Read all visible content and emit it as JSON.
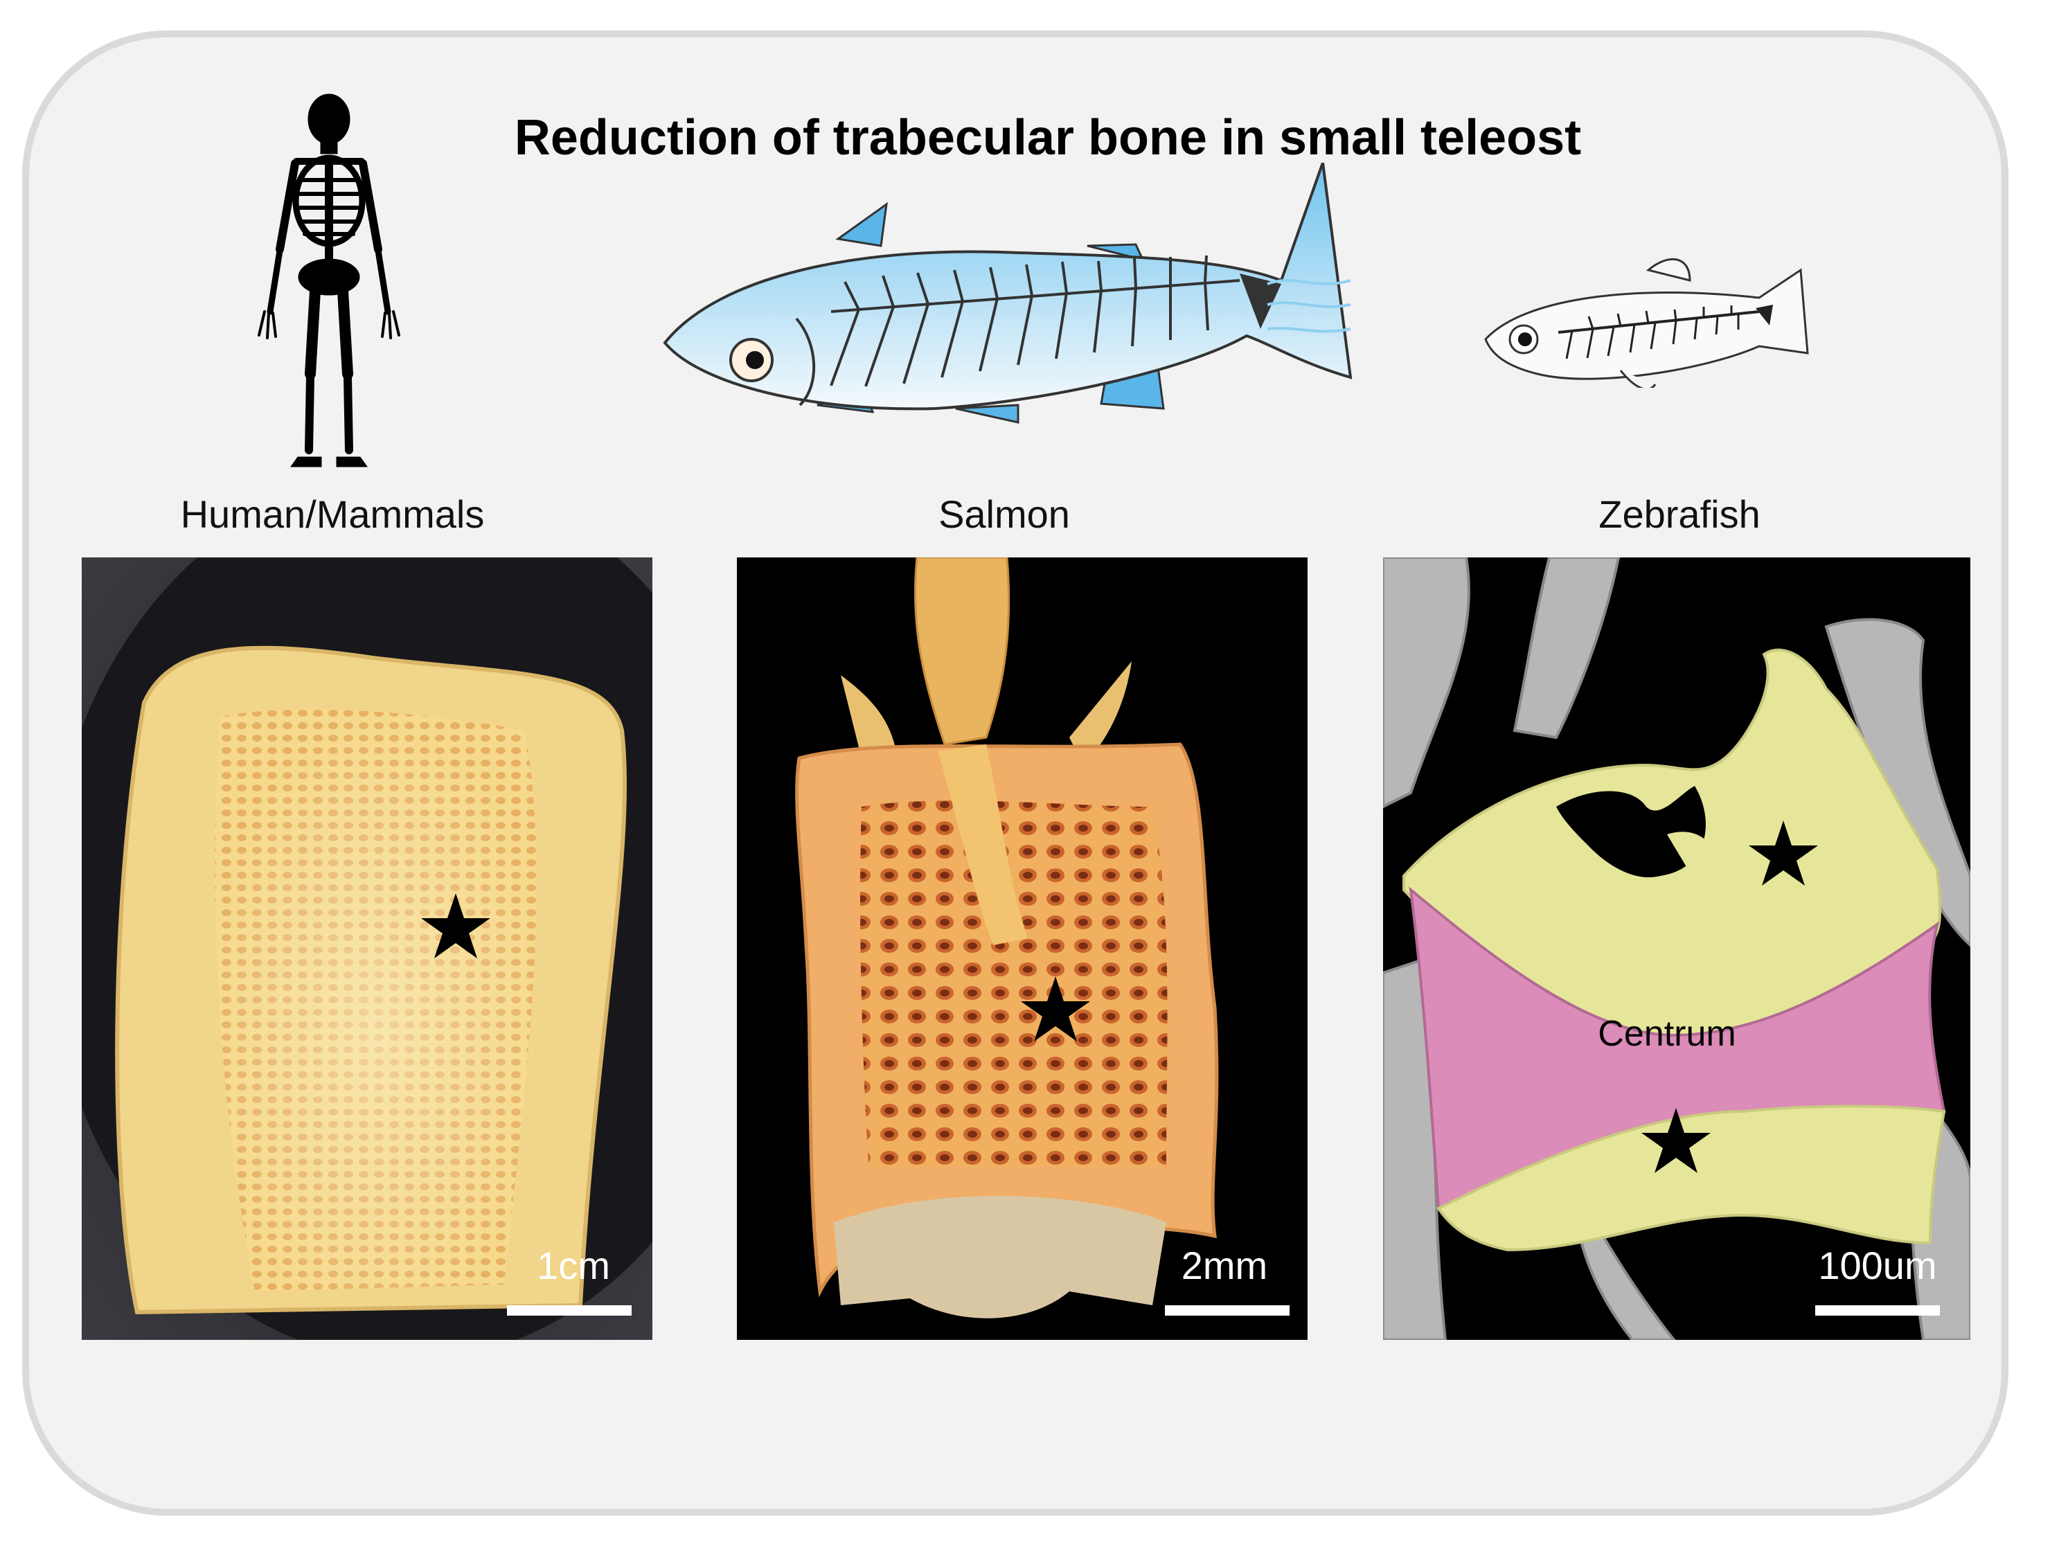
{
  "title": "Reduction of trabecular bone in small teleost",
  "panels": [
    {
      "label": "Human/Mammals",
      "scale_label": "1cm",
      "icon": "human-skeleton-icon"
    },
    {
      "label": "Salmon",
      "scale_label": "2mm",
      "icon": "salmon-icon"
    },
    {
      "label": "Zebrafish",
      "scale_label": "100um",
      "icon": "zebrafish-icon",
      "annotation": "Centrum"
    }
  ],
  "colors": {
    "background": "#f2f2f2",
    "frame": "#dadada",
    "human_bone": "#f1d58a",
    "salmon_bone": "#e9a35a",
    "zebrafish_yellow": "#e6e69a",
    "zebrafish_pink": "#dc8cb8",
    "salmon_fill": "#8fd0ef",
    "fin": "#5ab6e8"
  }
}
